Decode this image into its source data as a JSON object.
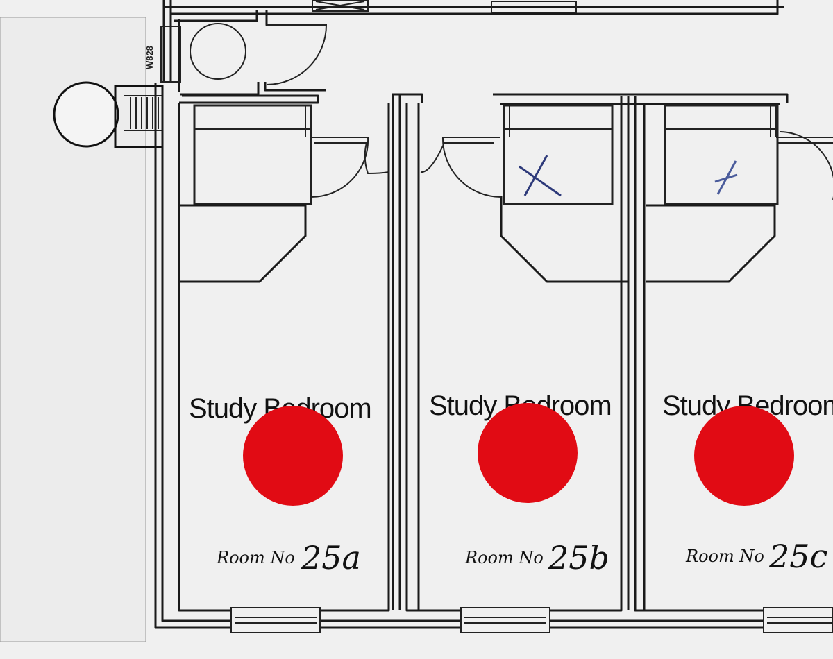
{
  "plan": {
    "ref_code": "W828",
    "room_type": "Study Bedroom",
    "room_no_label": "Room No",
    "rooms": [
      {
        "id": "a",
        "number": "25a",
        "marked": false
      },
      {
        "id": "b",
        "number": "25b",
        "marked": true
      },
      {
        "id": "c",
        "number": "25c",
        "marked": true
      }
    ],
    "colors": {
      "paper": "#f2f2f2",
      "wall": "#1a1a1a",
      "sticker": "#e10b14",
      "pen_mark": "#2e3a7a"
    },
    "icons": [
      "stair-icon",
      "wardrobe-icon",
      "door-swing-icon",
      "window-icon"
    ]
  }
}
